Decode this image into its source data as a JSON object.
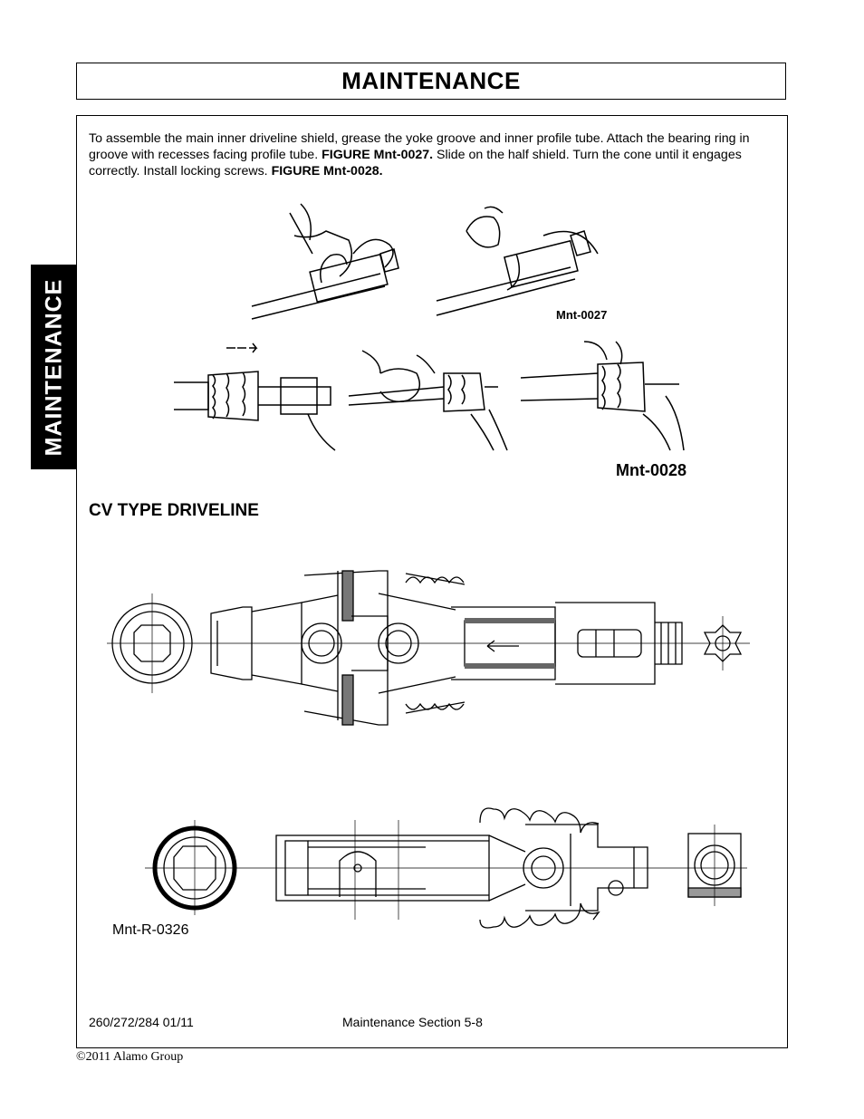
{
  "header": {
    "title": "MAINTENANCE"
  },
  "side_tab": {
    "label": "MAINTENANCE"
  },
  "intro": {
    "part1": "To assemble the main inner driveline shield, grease the yoke groove and inner profile tube. Attach the bearing ring in groove with recesses facing profile tube. ",
    "fig1": "FIGURE Mnt-0027.",
    "part2": " Slide on the half shield. Turn the cone until it engages correctly. Install locking screws. ",
    "fig2": "FIGURE Mnt-0028."
  },
  "figures": {
    "fig1_label": "Mnt-0027",
    "fig2_label": "Mnt-0028",
    "fig3_label": "Mnt-R-0326"
  },
  "section": {
    "title": "CV TYPE DRIVELINE"
  },
  "footer": {
    "model": "260/272/284  01/11",
    "section": "Maintenance Section 5-8",
    "copyright": "©2011 Alamo Group"
  }
}
